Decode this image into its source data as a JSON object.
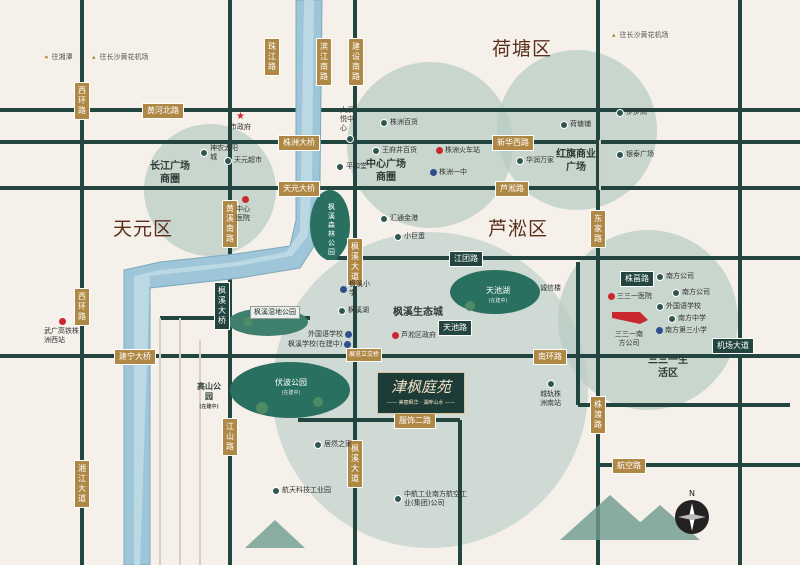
{
  "districts": [
    "荷塘区",
    "天元区",
    "芦淞区",
    "三三一生活区"
  ],
  "mall_circles": {
    "changjiang": "长江广场商圈",
    "zhongxin": "中心广场商圈",
    "hongqi": "红旗商业广场",
    "fengxi": "枫溪生态城"
  },
  "top_notes": {
    "west": "往湘潭",
    "airport_left": "往长沙黄花机场",
    "airport_right": "往长沙黄花机场"
  },
  "roads": {
    "zhujiang": "珠江路",
    "binjiang": "滨江南路",
    "jianshe": "建设南路",
    "huanghe": "黄河北路",
    "zhuzhou_bridge": "株洲大桥",
    "xinhua": "新华西路",
    "tianyuan_bridge": "天元大桥",
    "lusong": "芦淞路",
    "huangxi": "黄溪南路",
    "fengxi_ave": "枫溪大道",
    "dongjia": "东家路",
    "jiangjun": "江团路",
    "zhufu": "株畐路",
    "fengxi_bridge": "枫溪大桥",
    "xihuan": "西环路",
    "jianning_bridge": "建宁大桥",
    "nanhuan": "南环路",
    "jichang": "机场大道",
    "jiangshan": "江山路",
    "fushi": "服饰二路",
    "zhudu": "株渡路",
    "hangkong": "航空路",
    "xiangjiang": "湘江大道",
    "zhanlan": "展览立交桥",
    "tianchi_road": "天池路"
  },
  "pois": {
    "fuzhengfu": "市政府",
    "shenlong": "神农太阳城",
    "tianyuan_super": "天元超市",
    "hospital": "中心医院",
    "dadian": "大汉悦中心",
    "wanggu": "王府井百货",
    "zhuzhou_baihuo": "株洲百货",
    "railway": "株洲火车站",
    "zhuzhou_yizhong": "株洲一中",
    "pinghe": "平和堂",
    "huajinshi": "汇通金港",
    "xiaojuqi": "小巨蛋",
    "hetangbuxing": "荷塘铺",
    "bubugao": "步步高",
    "huarun": "华润万家",
    "yinzuo": "银泰广场",
    "fengxi_school_a": "枫溪小学",
    "fengxi_school_b": "枫溪湖",
    "shiyan": "外国语学校",
    "fengxi_elem": "枫溪学校(在建中)",
    "lusong_gov": "芦淞区政府",
    "wuguang": "武广高铁株洲西站",
    "hospital331": "三三一医院",
    "nanfang_gs": "南方公司",
    "waiguoyu": "外国语学校",
    "nanfang_middle": "南方中学",
    "nanfang_primary": "南方第三小学",
    "nanfang_company": "三三一南方公司",
    "chenghuang": "诚信楼",
    "jiaoran": "居然之家",
    "hangtian": "航天科技工业园",
    "zhonghang": "中航工业南方航空工业(集团)公司",
    "chengjiao": "城轨株洲南站"
  },
  "parks": {
    "fengxi_forest": "枫溪森林公园",
    "fengxi_wetland": "枫溪湿地公园",
    "tianchi": "天池湖",
    "fubo": "伏波公园",
    "gaoshan": "高山公园",
    "building_note": "(在建中)"
  },
  "project": {
    "name": "津枫庭苑",
    "subtitle": "—— 美丽枫华 · 湖畔山水 ——"
  },
  "compass_label": "N"
}
